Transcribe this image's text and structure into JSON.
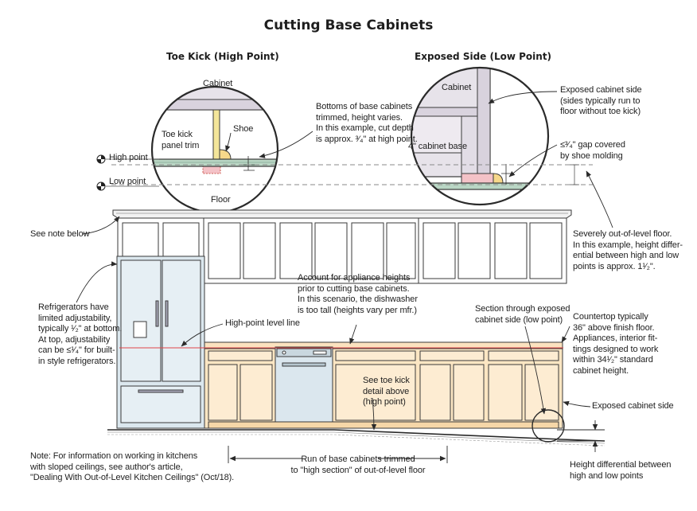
{
  "title": "Cutting Base Cabinets",
  "details": {
    "left_title": "Toe Kick (High Point)",
    "right_title": "Exposed Side (Low Point)"
  },
  "detail_labels": {
    "cabinet_left": "Cabinet",
    "toe_kick_trim": "Toe kick\npanel trim",
    "shoe": "Shoe",
    "floor": "Floor",
    "cabinet_right": "Cabinet",
    "cabinet_base": "4\" cabinet base"
  },
  "markers": {
    "high_point": "High point",
    "low_point": "Low point"
  },
  "callouts": {
    "bottoms_trimmed": "Bottoms of base cabinets\ntrimmed, height varies.\nIn this example, cut depth\nis approx. ³⁄₄\" at high point.",
    "exposed_side_detail": "Exposed cabinet side\n(sides typically run to\nfloor without toe kick)",
    "gap_covered": "≤³⁄₄\" gap covered\nby shoe molding",
    "see_note": "See note below",
    "out_of_level": "Severely out-of-level floor.\nIn this example, height differ-\nential between high and low\npoints is approx. 1¹⁄₂\".",
    "refrigerators": "Refrigerators have\nlimited adjustability,\ntypically ¹⁄₂\" at bottom.\nAt top, adjustability\ncan be ≤¹⁄₄\" for built-\nin style refrigerators.",
    "high_point_line": "High-point level line",
    "appliance_heights": "Account for appliance heights\nprior to cutting base cabinets.\nIn this scenario, the dishwasher\nis too tall (heights vary per mfr.)",
    "section_exposed": "Section through exposed\ncabinet side (low point)",
    "countertop": "Countertop typically\n36\" above finish floor.\nAppliances, interior fit-\ntings designed to work\nwithin 34¹⁄₂\" standard\ncabinet height.",
    "see_toe_kick": "See toe kick\ndetail above\n(high point)",
    "exposed_cabinet_side": "Exposed cabinet side",
    "run_trimmed": "Run of base cabinets trimmed\nto \"high section\" of out-of-level floor",
    "height_differential": "Height differential between\nhigh and low points",
    "note": "Note: For information on working in kitchens\nwith sloped ceilings, see author's article,\n\"Dealing With Out-of-Level Kitchen Ceilings\" (Oct/18)."
  },
  "colors": {
    "cabinet_fill": "#fce6c3",
    "appliance_fill": "#dbe7ee",
    "panel_fill": "#e7e3ea",
    "floor_green": "#b9d6c4",
    "level_line": "#e0454a",
    "line": "#3a3a3a",
    "trim_yellow": "#f3e59a",
    "shoe_yellow": "#f7d88a",
    "cut_pink": "#f4c2c7"
  }
}
